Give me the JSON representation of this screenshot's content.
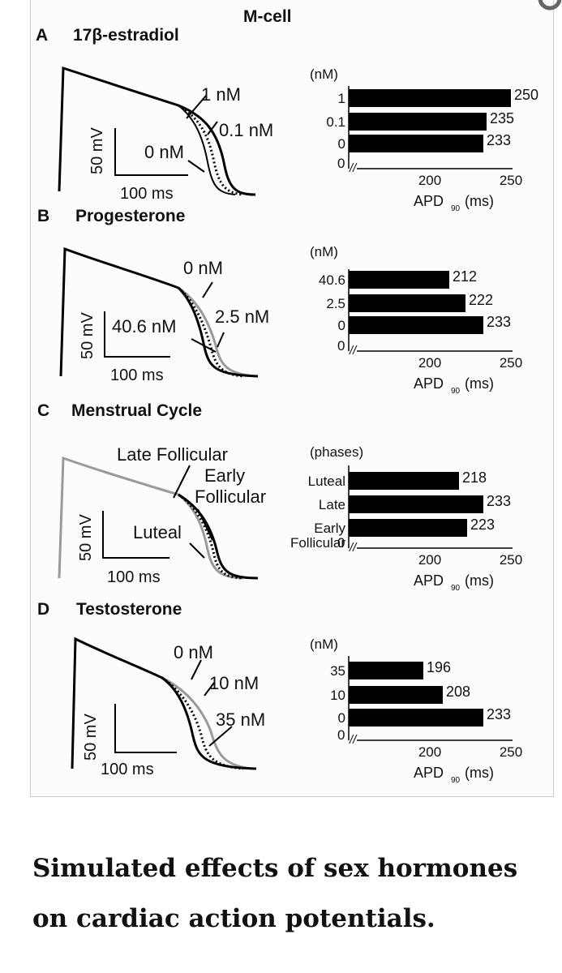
{
  "header": {
    "title": "M-cell"
  },
  "caption": {
    "line1": "Simulated effects of sex hormones",
    "line2": "on cardiac action potentials."
  },
  "panels": [
    {
      "letter": "A",
      "title": "17β-estradiol",
      "trace_labels": [
        "1 nM",
        "0.1 nM",
        "0 nM"
      ],
      "scale": {
        "mv": "50 mV",
        "ms": "100 ms"
      }
    },
    {
      "letter": "B",
      "title": "Progesterone",
      "trace_labels": [
        "0 nM",
        "40.6 nM",
        "2.5 nM"
      ],
      "scale": {
        "mv": "50 mV",
        "ms": "100 ms"
      }
    },
    {
      "letter": "C",
      "title": "Menstrual Cycle",
      "trace_labels": [
        "Late Follicular",
        "Early",
        "Follicular",
        "Luteal"
      ],
      "scale": {
        "mv": "50 mV",
        "ms": "100 ms"
      }
    },
    {
      "letter": "D",
      "title": "Testosterone",
      "trace_labels": [
        "0 nM",
        "10 nM",
        "35 nM"
      ],
      "scale": {
        "mv": "50 mV",
        "ms": "100 ms"
      }
    }
  ],
  "colors": {
    "bar": "#000000",
    "trace_black": "#000000",
    "trace_gray": "#9a9a9a",
    "background": "#ffffff"
  },
  "chart_data": [
    {
      "type": "bar",
      "orientation": "horizontal",
      "panel": "A",
      "group_title": "(nM)",
      "categories": [
        "1",
        "0.1",
        "0"
      ],
      "values": [
        250,
        235,
        233
      ],
      "data_labels": [
        "250",
        "235",
        "233"
      ],
      "xlabel": "APD",
      "xlabel_sub": "90",
      "xlabel_unit": "(ms)",
      "xticks": [
        "0",
        "200",
        "250"
      ],
      "xlim": [
        0,
        250
      ],
      "axis_break": true
    },
    {
      "type": "bar",
      "orientation": "horizontal",
      "panel": "B",
      "group_title": "(nM)",
      "categories": [
        "40.6",
        "2.5",
        "0"
      ],
      "values": [
        212,
        222,
        233
      ],
      "data_labels": [
        "212",
        "222",
        "233"
      ],
      "xlabel": "APD",
      "xlabel_sub": "90",
      "xlabel_unit": "(ms)",
      "xticks": [
        "0",
        "200",
        "250"
      ],
      "xlim": [
        0,
        250
      ],
      "axis_break": true
    },
    {
      "type": "bar",
      "orientation": "horizontal",
      "panel": "C",
      "group_title": "(phases)",
      "categories": [
        "Luteal",
        "Late",
        "Early"
      ],
      "category_extra": [
        "",
        "",
        "Follicular"
      ],
      "values": [
        218,
        233,
        223
      ],
      "data_labels": [
        "218",
        "233",
        "223"
      ],
      "xlabel": "APD",
      "xlabel_sub": "90",
      "xlabel_unit": "(ms)",
      "xticks": [
        "0",
        "200",
        "250"
      ],
      "xlim": [
        0,
        250
      ],
      "axis_break": true
    },
    {
      "type": "bar",
      "orientation": "horizontal",
      "panel": "D",
      "group_title": "(nM)",
      "categories": [
        "35",
        "10",
        "0"
      ],
      "values": [
        196,
        208,
        233
      ],
      "data_labels": [
        "196",
        "208",
        "233"
      ],
      "xlabel": "APD",
      "xlabel_sub": "90",
      "xlabel_unit": "(ms)",
      "xticks": [
        "0",
        "200",
        "250"
      ],
      "xlim": [
        0,
        250
      ],
      "axis_break": true
    }
  ]
}
